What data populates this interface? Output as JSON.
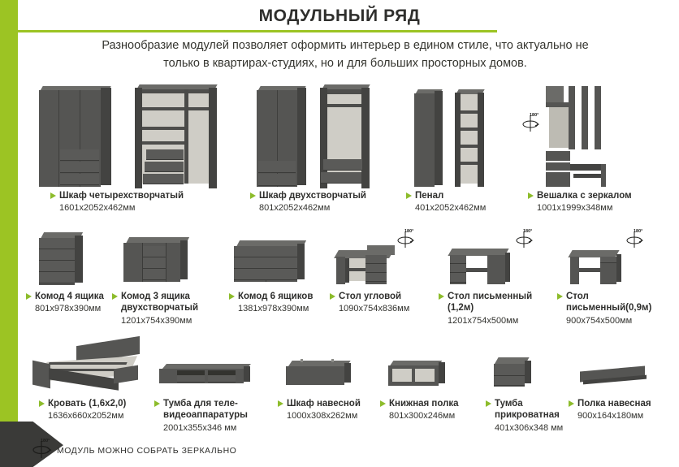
{
  "header": {
    "title": "МОДУЛЬНЫЙ РЯД",
    "subtitle_line1": "Разнообразие модулей позволяет оформить интерьер в едином стиле, что актуально не",
    "subtitle_line2": "только в квартирах-студиях, но и для больших просторных домов."
  },
  "colors": {
    "accent_green": "#9cc423",
    "bullet_green": "#8dbc2b",
    "text_dark": "#2f2f2d",
    "wedge_dark": "#3a3a38",
    "furniture_front": "#555553",
    "furniture_side": "#434341",
    "furniture_top": "#6b6b68",
    "furniture_inner": "#cfcdc6"
  },
  "rotate_badge": {
    "label": "180°",
    "icon": "rotate-180-icon"
  },
  "rows": [
    {
      "items": [
        {
          "name": "Шкаф четырехстворчатый",
          "dim": "1601x2052x462мм",
          "rotatable": false
        },
        {
          "name": "Шкаф двухстворчатый",
          "dim": "801x2052x462мм",
          "rotatable": false
        },
        {
          "name": "Пенал",
          "dim": "401x2052x462мм",
          "rotatable": false
        },
        {
          "name": "Вешалка с зеркалом",
          "dim": "1001x1999x348мм",
          "rotatable": true
        }
      ]
    },
    {
      "items": [
        {
          "name": "Комод 4 ящика",
          "dim": "801x978x390мм",
          "rotatable": false
        },
        {
          "name": "Комод 3 ящика двухстворчатый",
          "dim": "1201x754x390мм",
          "rotatable": false
        },
        {
          "name": "Комод 6 ящиков",
          "dim": "1381x978x390мм",
          "rotatable": false
        },
        {
          "name": "Стол угловой",
          "dim": "1090x754x836мм",
          "rotatable": true
        },
        {
          "name": "Стол письменный (1,2м)",
          "dim": "1201x754x500мм",
          "rotatable": true
        },
        {
          "name": "Стол письменный(0,9м)",
          "dim": "900x754x500мм",
          "rotatable": true
        }
      ]
    },
    {
      "items": [
        {
          "name": "Кровать (1,6х2,0)",
          "dim": "1636x660x2052мм",
          "rotatable": false
        },
        {
          "name": "Тумба для теле-видеоаппаратуры",
          "dim": "2001x355x346 мм",
          "rotatable": false
        },
        {
          "name": "Шкаф навесной",
          "dim": "1000x308x262мм",
          "rotatable": false
        },
        {
          "name": "Книжная полка",
          "dim": "801x300x246мм",
          "rotatable": false
        },
        {
          "name": "Тумба прикроватная",
          "dim": "401x306x348 мм",
          "rotatable": false
        },
        {
          "name": "Полка навесная",
          "dim": "900x164x180мм",
          "rotatable": false
        }
      ]
    }
  ],
  "footer": {
    "note": "МОДУЛЬ МОЖНО СОБРАТЬ ЗЕРКАЛЬНО",
    "badge": "180°"
  }
}
